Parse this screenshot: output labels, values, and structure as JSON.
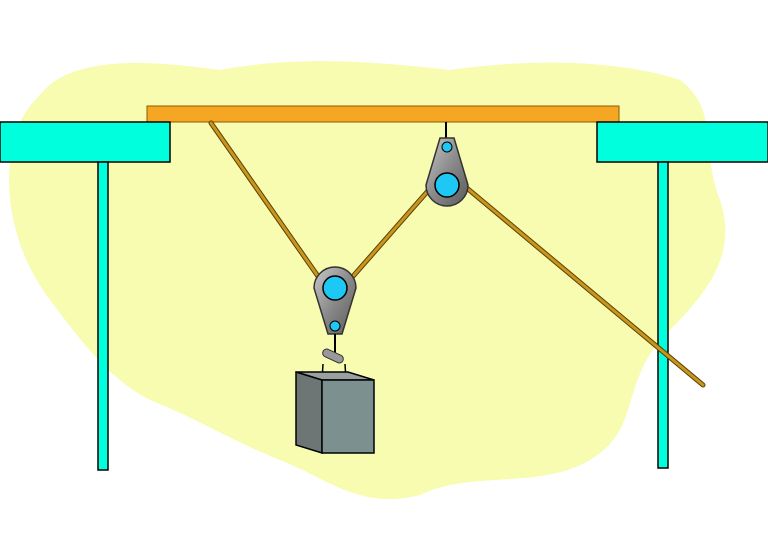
{
  "diagram": {
    "subject": "pulley-system",
    "colors": {
      "background": "#ffffff",
      "blob": "#f8fcb0",
      "beam": "#f5a623",
      "support": "#00ffdd",
      "rope": "#b8860b",
      "pulley_body": "#9a9a9a",
      "pulley_wheel": "#1ec8f5",
      "weight": "#7a8a8a"
    },
    "icons": [
      "ceiling-beam",
      "support-ledge-left",
      "support-ledge-right",
      "support-leg-left",
      "support-leg-right",
      "fixed-pulley",
      "movable-pulley",
      "rope",
      "weight-block"
    ]
  }
}
